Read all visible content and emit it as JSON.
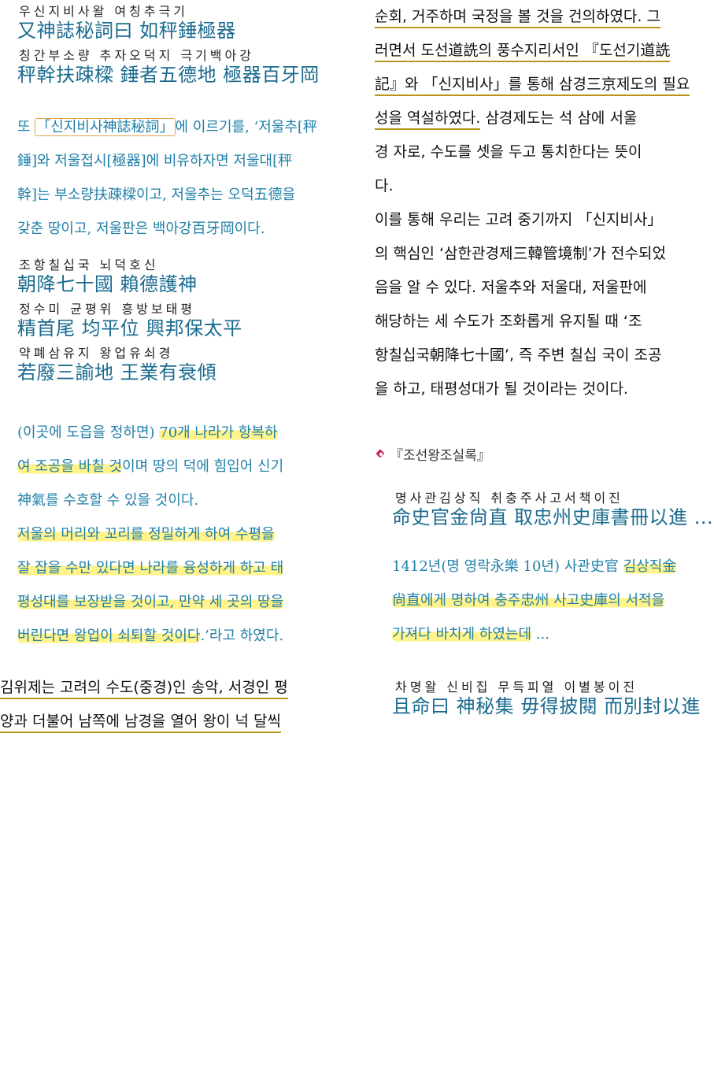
{
  "left": {
    "verse1": {
      "ruby": [
        "우신지비사왈 여칭추극기",
        "칭간부소량 추자오덕지 극기백아강"
      ],
      "hanja": [
        "又神誌秘詞曰 如秤錘極器",
        "秤幹扶疎樑 錘者五德地 極器百牙岡"
      ]
    },
    "trans1": {
      "l1_a": "또 ",
      "l1_box": "「신지비사神誌秘詞」",
      "l1_b": "에 이르기를, ‘저울추[秤",
      "l2": "錘]와 저울접시[極器]에 비유하자면 저울대[秤",
      "l3": "幹]는 부소량扶疎樑이고, 저울추는 오덕五德을",
      "l4": "갖춘 땅이고, 저울판은 백아강百牙岡이다."
    },
    "verse2": {
      "ruby": [
        "조항칠십국 뇌덕호신",
        "정수미 균평위 흥방보태평",
        "약폐삼유지 왕업유쇠경"
      ],
      "hanja": [
        "朝降七十國 賴德護神",
        "精首尾 均平位 興邦保太平",
        "若廢三諭地 王業有衰傾"
      ]
    },
    "trans2": {
      "l1_a": "(이곳에 도읍을 정하면) ",
      "l1_hl": "70개 나라가 항복하",
      "l2_hl": "여 조공을 바칠 것",
      "l2_b": "이며 땅의 덕에 힘입어 신기",
      "l3": "神氣를 수호할 수 있을 것이다.",
      "l4_hl": "저울의 머리와 꼬리를 정밀하게 하여 수평을",
      "l5_hl": "잘 잡을 수만 있다면 나라를 융성하게 하고 태",
      "l6_hl": "평성대를 보장받을 것이고, 만약 세 곳의 땅을",
      "l7_hl": "버린다면 왕업이 쇠퇴할 것이다",
      "l7_b": ".’라고 하였다."
    },
    "body": {
      "l1": "김위제는 고려의 수도(중경)인 송악, 서경인 평",
      "l2": "양과 더불어 남쪽에 남경을 열어 왕이 넉 달씩"
    }
  },
  "right": {
    "body": {
      "l1": "순회, 거주하며 국정을 볼 것을 건의하였다. 그",
      "l2": "러면서 도선道詵의 풍수지리서인 『도선기道詵",
      "l3": "記』와 「신지비사」를 통해 삼경三京제도의 필요",
      "l4_ul": "성을 역설하였다.",
      "l4_b": " 삼경제도는 석 삼에 서울",
      "l5": "경 자로, 수도를 셋을 두고 통치한다는 뜻이",
      "l6": "다.",
      "l7": "이를 통해 우리는 고려 중기까지 「신지비사」",
      "l8": "의 핵심인 ‘삼한관경제三韓管境制’가 전수되었",
      "l9": "음을 알 수 있다. 저울추와 저울대, 저울판에",
      "l10": "해당하는 세 수도가 조화롭게 유지될 때 ‘조",
      "l11": "항칠십국朝降七十國’, 즉 주변 칠십 국이 조공",
      "l12": "을 하고, 태평성대가 될 것이라는 것이다."
    },
    "source": {
      "icon": "diamond-bullet-icon",
      "title": "『조선왕조실록』"
    },
    "verse1": {
      "ruby": "명사관김상직 취충주사고서책이진",
      "hanja": "命史官金尙直 取忠州史庫書冊以進 ..."
    },
    "trans1": {
      "l1_a": "1412년(명 영락永樂 10년) 사관史官 ",
      "l1_hl": "김상직金",
      "l2_hl": "尙直에게 명하여 충주忠州 사고史庫의 서적을",
      "l3_hl": "가져다 바치게 하였는데",
      "l3_b": " ..."
    },
    "verse2": {
      "ruby": "차명왈 신비집 무득피열 이별봉이진",
      "hanja": "且命曰 神秘集 毋得披閱 而別封以進"
    }
  },
  "colors": {
    "hanja": "#1b6b8f",
    "translation": "#1f7fa8",
    "highlight": "#fff38a",
    "underline": "#b6961a",
    "box": "#e4a24a",
    "bullet": "#c41a5b"
  }
}
